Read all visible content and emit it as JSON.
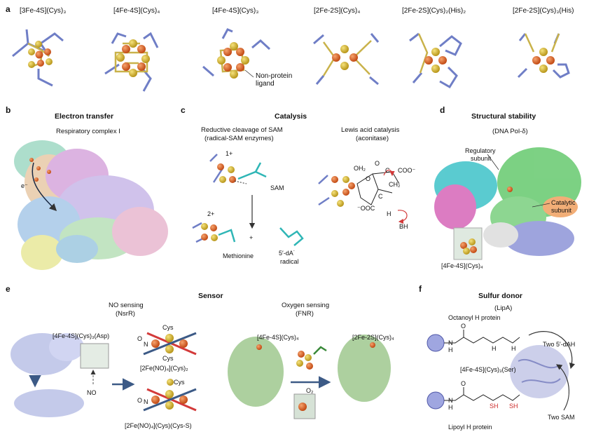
{
  "panel_a": {
    "letter": "a",
    "clusters": [
      {
        "label": "[3Fe-4S](Cys)₃"
      },
      {
        "label": "[4Fe-4S](Cys)₄"
      },
      {
        "label": "[4Fe-4S](Cys)₃"
      },
      {
        "label": "[2Fe-2S](Cys)₄"
      },
      {
        "label": "[2Fe-2S](Cys)₂(His)₂"
      },
      {
        "label": "[2Fe-2S](Cys)₃(His)"
      }
    ],
    "annotation_line1": "Non-protein",
    "annotation_line2": "ligand"
  },
  "panel_b": {
    "letter": "b",
    "title": "Electron transfer",
    "subtitle": "Respiratory complex I",
    "electron": "e⁻"
  },
  "panel_c": {
    "letter": "c",
    "title": "Catalysis",
    "left_sub1": "Reductive cleavage of SAM",
    "left_sub2": "(radical-SAM enzymes)",
    "right_sub1": "Lewis acid catalysis",
    "right_sub2": "(aconitase)",
    "charge_1": "1+",
    "charge_2": "2+",
    "sam": "SAM",
    "plus": "+",
    "methionine": "Methionine",
    "dA1": "5′-dA˙",
    "dA2": "radical",
    "oh2": "OH₂",
    "coo_top": "COO⁻",
    "ch2": "CH₂",
    "coo_left": "⁻OOC",
    "h": "H",
    "c1": "C",
    "c2": "C",
    "o1": "O",
    "o2": "O",
    "bh": "BH"
  },
  "panel_d": {
    "letter": "d",
    "title": "Structural stability",
    "subtitle": "(DNA Pol-δ)",
    "regulatory1": "Regulatory",
    "regulatory2": "subunit",
    "catalytic1": "Catalytic",
    "catalytic2": "subunit",
    "cluster": "[4Fe-4S](Cys)₄"
  },
  "panel_e": {
    "letter": "e",
    "title": "Sensor",
    "no_title1": "NO sensing",
    "no_title2": "(NsrR)",
    "ox_title1": "Oxygen sensing",
    "ox_title2": "(FNR)",
    "asp": "[4Fe-4S](Cys)₃(Asp)",
    "no": "NO",
    "cys_top": "Cys",
    "cys_bottom": "Cys",
    "cys_3": "Cys",
    "dnic": "[2Fe(NO)₄](Cys)₂",
    "rre": "[2Fe(NO)₄](Cys)(Cys-S)",
    "fnr_before": "[4Fe-4S](Cys)₄",
    "fnr_after": "[2Fe-2S](Cys)₄",
    "o2": "O₂",
    "on1": "O",
    "on2": "N",
    "on3": "O",
    "on4": "N"
  },
  "panel_f": {
    "letter": "f",
    "title": "Sulfur donor",
    "subtitle": "(LipA)",
    "octanoyl": "Octanoyl H protein",
    "lipoyl": "Lipoyl H protein",
    "ser": "[4Fe-4S](Cys)₃(Ser)",
    "dah": "Two 5′-dAH",
    "sam": "Two SAM",
    "n1": "N",
    "n2": "N",
    "h1": "H",
    "h2": "H",
    "h3": "H",
    "h4": "H",
    "o1": "O",
    "o2": "O",
    "sh1": "SH",
    "sh2": "SH"
  },
  "colors": {
    "iron": "#d9602a",
    "sulfur": "#d8b92c",
    "ligand_blue": "#6f7ec6",
    "bond_yellow": "#c9b24a",
    "teal": "#2fb6b6",
    "arrow_red": "#d33a3a",
    "arrow_blue": "#3c5a86",
    "sh_red": "#cc2a2a"
  }
}
